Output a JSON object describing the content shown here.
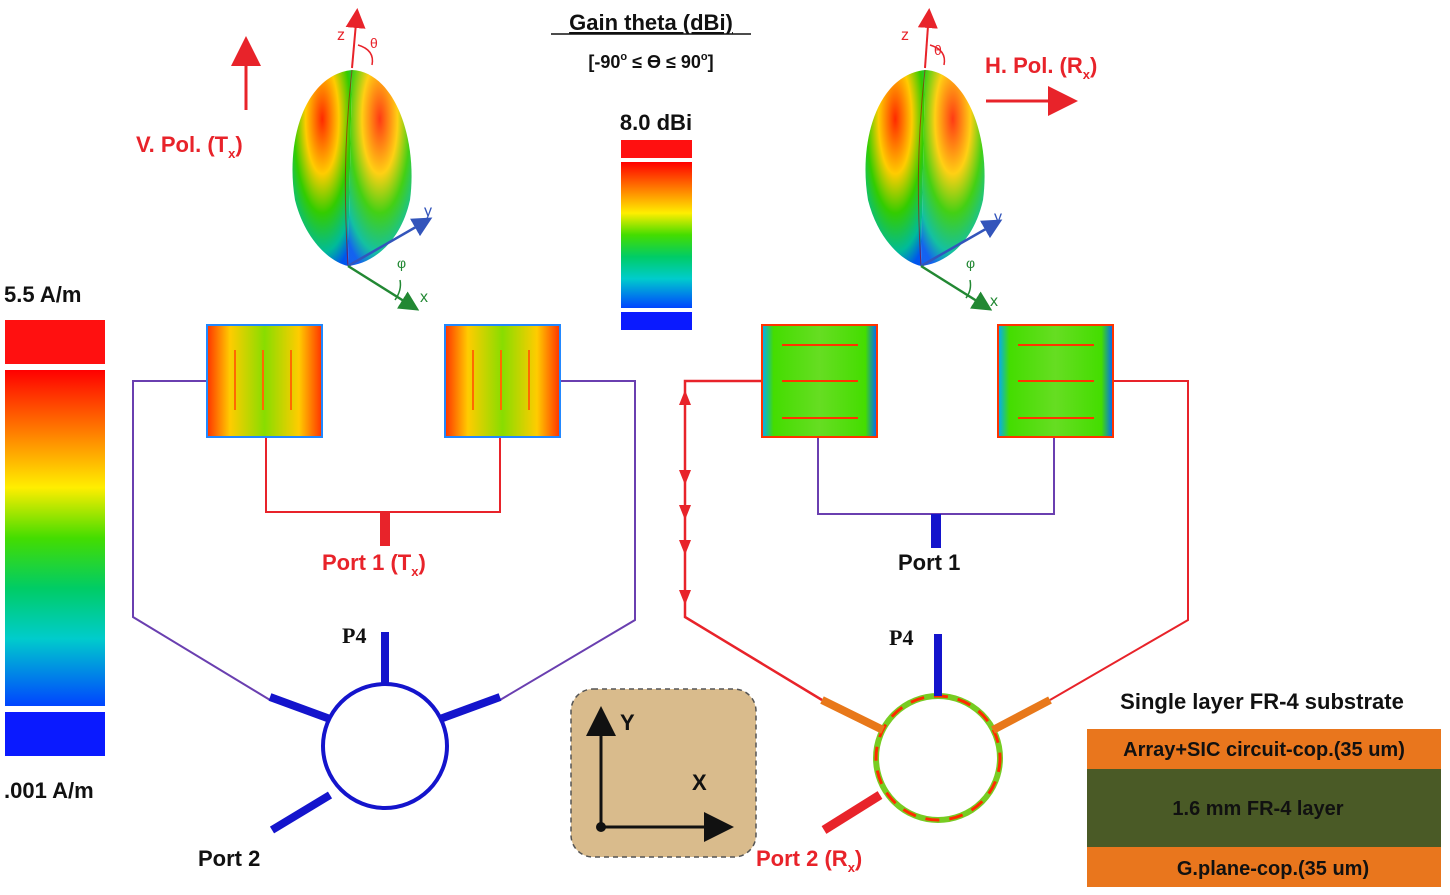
{
  "gain_legend": {
    "title": "Gain theta (dBi)",
    "range_prefix": "[-90",
    "range_mid": " ≤ ϴ ≤ 90",
    "range_suffix": "]",
    "degree": "o",
    "max_label": "8.0 dBi"
  },
  "current_legend": {
    "max_label": "5.5 A/m",
    "min_label": ".001 A/m"
  },
  "left_panel": {
    "polarization_label": "V. Pol. (T",
    "polarization_sub": "x",
    "polarization_end": ")",
    "port1_label": "Port 1 (T",
    "port1_sub": "x",
    "port1_end": ")",
    "port2_label": "Port 2",
    "p4_label": "P4",
    "axes": {
      "z": "z",
      "theta": "θ",
      "y": "y",
      "x": "x",
      "phi": "φ"
    }
  },
  "right_panel": {
    "polarization_label": "H. Pol. (R",
    "polarization_sub": "x",
    "polarization_end": ")",
    "port1_label": "Port 1",
    "port2_label": "Port 2 (R",
    "port2_sub": "x",
    "port2_end": ")",
    "p4_label": "P4",
    "axes": {
      "z": "z",
      "theta": "θ",
      "y": "y",
      "x": "x",
      "phi": "φ"
    }
  },
  "coordinate_inset": {
    "y_label": "Y",
    "x_label": "X"
  },
  "substrate": {
    "title": "Single layer FR-4 substrate",
    "layers": [
      {
        "label": "Array+SIC circuit-cop.(35 um)",
        "color": "#e9761d"
      },
      {
        "label": "1.6 mm FR-4 layer",
        "color": "#4a5a26"
      },
      {
        "label": "G.plane-cop.(35 um)",
        "color": "#e9761d"
      }
    ]
  },
  "colors": {
    "accent_red": "#e8232a",
    "feed_blue": "#1414cc",
    "feed_purple": "#6a3fb0",
    "inset_bg": "#d9bb8c"
  }
}
